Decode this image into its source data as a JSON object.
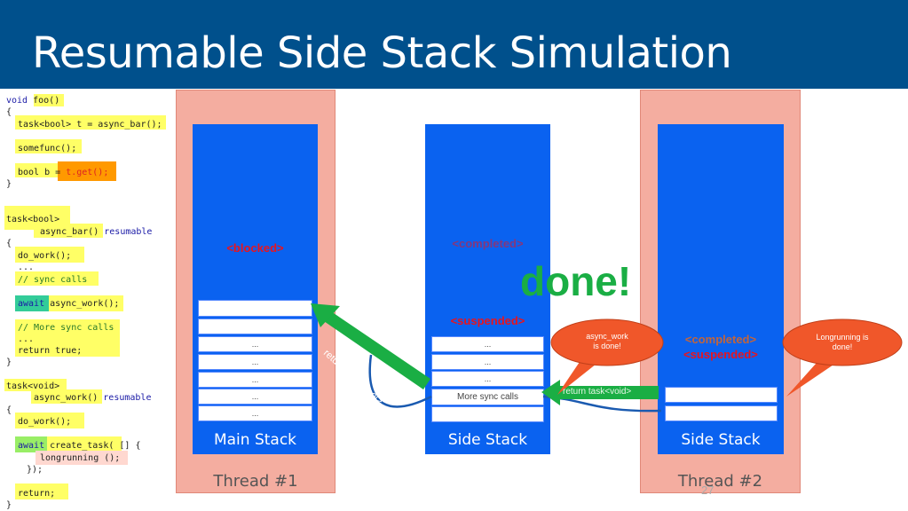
{
  "slide": {
    "title": "Resumable Side Stack Simulation",
    "page_number": "27",
    "done_text": "done!"
  },
  "code": {
    "l1_kw": "void",
    "l1_fn": "foo()",
    "l2": "{",
    "l3": "task<bool> t = async_bar();",
    "l4": "somefunc();",
    "l5a": "bool b = ",
    "l5b": "t.get();",
    "l6": "}",
    "l7": "task<bool>",
    "l8a": "async_bar()",
    "l8b": "resumable",
    "l9": "{",
    "l10": "do_work();",
    "l11": "...",
    "l12": "// sync calls",
    "l13a": "await",
    "l13b": "async_work();",
    "l14": "// More sync calls",
    "l15": "...",
    "l16": "return true;",
    "l17": "}",
    "l18": "task<void>",
    "l19a": "async_work()",
    "l19b": "resumable",
    "l20": "{",
    "l21": "do_work();",
    "l22a": "await",
    "l22b": "create_task( [] {",
    "l23": "longrunning ();",
    "l24": "});",
    "l25": "return;",
    "l26": "}"
  },
  "thread1": {
    "label": "Thread #1",
    "stack_label": "Main Stack",
    "status": "<blocked>",
    "frames": [
      "",
      "",
      "...",
      "...",
      "...",
      "...",
      "..."
    ]
  },
  "side_stack1": {
    "stack_label": "Side Stack",
    "status_top": "<completed>",
    "status_bottom": "<suspended>",
    "frames": [
      "...",
      "...",
      "...",
      "More sync calls",
      ""
    ]
  },
  "thread2": {
    "label": "Thread #2",
    "stack_label": "Side Stack",
    "status_top": "<completed>",
    "status_bottom": "<suspended>",
    "frames": [
      "",
      ""
    ]
  },
  "arrows": {
    "return_bool": "return task<bool>",
    "return_void": "return task<void>"
  },
  "bubbles": {
    "async_work_line1": "async_work",
    "async_work_line2": "is done!",
    "longrunning_line1": "Longrunning is",
    "longrunning_line2": "done!"
  },
  "colors": {
    "header": "#00508c",
    "thread_bg": "#f4ada0",
    "stack": "#0a62f0",
    "arrow": "#1aae44",
    "bubble": "#f0572a",
    "status_red": "#e8141e"
  }
}
